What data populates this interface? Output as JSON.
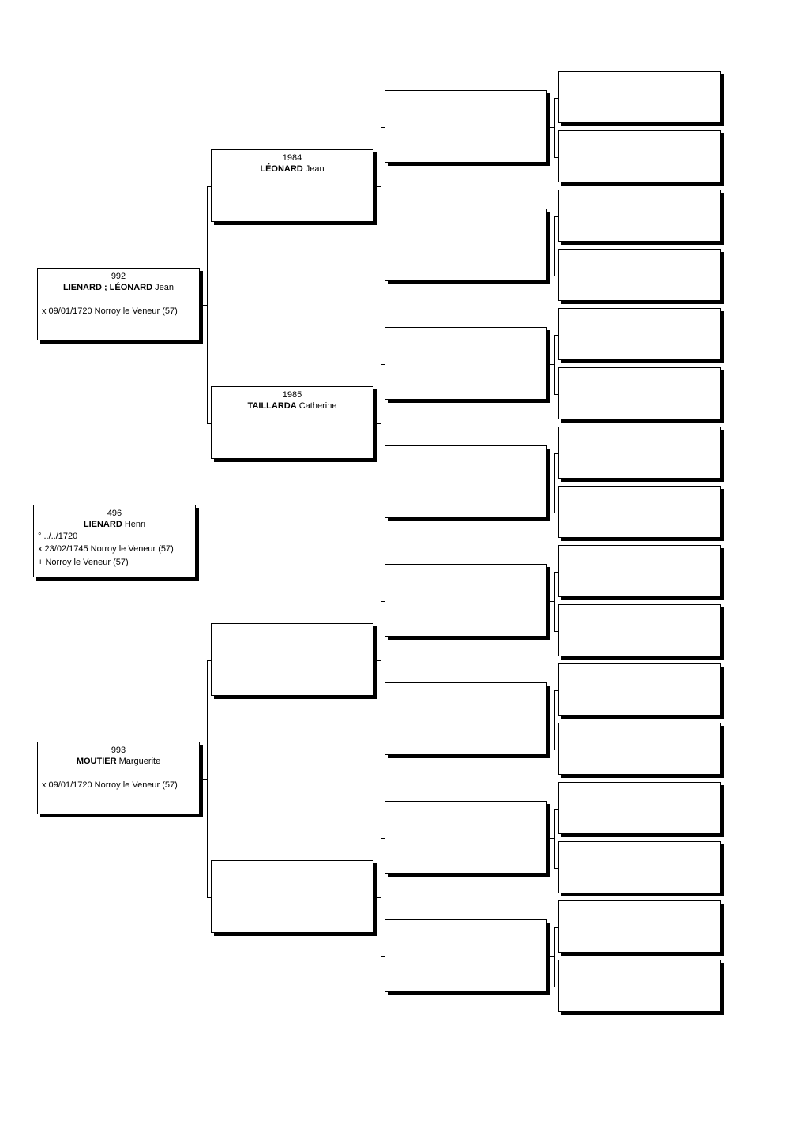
{
  "people": {
    "p496": {
      "number": "496",
      "surname": "LIENARD",
      "given": "Henri",
      "events": [
        "° ../../1720",
        "x 23/02/1745 Norroy le Veneur (57)",
        "+ Norroy le Veneur (57)"
      ]
    },
    "p992": {
      "number": "992",
      "surname": "LIENARD ; LÉONARD",
      "given": "Jean",
      "events": [
        "x 09/01/1720 Norroy le Veneur (57)"
      ]
    },
    "p993": {
      "number": "993",
      "surname": "MOUTIER",
      "given": "Marguerite",
      "events": [
        "x 09/01/1720 Norroy le Veneur (57)"
      ]
    },
    "p1984": {
      "number": "1984",
      "surname": "LÉONARD",
      "given": "Jean",
      "events": []
    },
    "p1985": {
      "number": "1985",
      "surname": "TAILLARDA",
      "given": "Catherine",
      "events": []
    }
  }
}
